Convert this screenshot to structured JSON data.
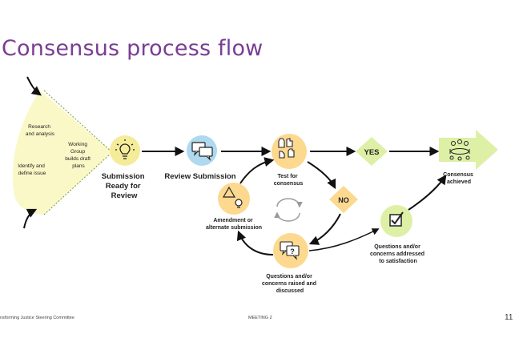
{
  "slide": {
    "title": "Consensus process flow",
    "footer_left": "nsforming Justice Steering Committee",
    "footer_center": "MEETING 2",
    "page_number": "11"
  },
  "diagram": {
    "funnel": {
      "research": [
        "Research",
        "and analysis"
      ],
      "identify": [
        "Identify and",
        "define issue"
      ],
      "working_group": [
        "Working",
        "Group",
        "builds draft",
        "plans"
      ]
    },
    "submission_ready": [
      "Submission",
      "Ready for",
      "Review"
    ],
    "review_submission": "Review Submission",
    "test_for_consensus": [
      "Test for",
      "consensus"
    ],
    "yes": "YES",
    "no": "NO",
    "consensus_achieved": [
      "Consensus",
      "achieved"
    ],
    "amendment": [
      "Amendment or",
      "alternate submission"
    ],
    "questions_raised": [
      "Questions and/or",
      "concerns raised and",
      "discussed"
    ],
    "questions_addressed": [
      "Questions and/or",
      "concerns addressed",
      "to satisfaction"
    ],
    "colors": {
      "yellow": "#f5ec9a",
      "orange": "#fcd98f",
      "blue": "#aed9ee",
      "green": "#ddf0a6",
      "funnel": "#fbf8c8",
      "title": "#7a3d92"
    },
    "icons": [
      "lightbulb-icon",
      "speech-bubbles-icon",
      "hand-vote-icon",
      "triangle-bulb-icon",
      "question-bubble-icon",
      "checkbox-icon",
      "people-group-icon",
      "cycle-arrows-icon"
    ]
  }
}
